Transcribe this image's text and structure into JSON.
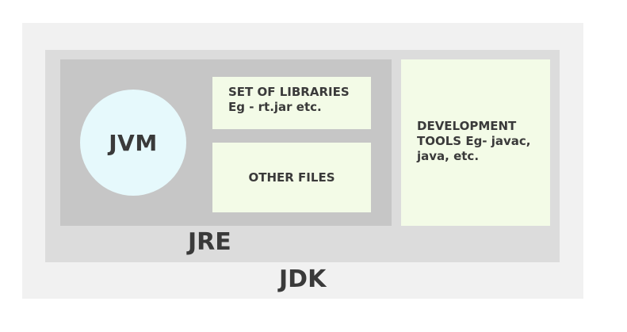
{
  "diagram": {
    "jdk_label": "JDK",
    "jre_label": "JRE",
    "jvm_label": "JVM",
    "libraries": {
      "line1": "SET OF LIBRARIES",
      "line2": "Eg - rt.jar etc."
    },
    "other_files": "OTHER FILES",
    "dev_tools": {
      "line1": "DEVELOPMENT",
      "line2": "TOOLS Eg- javac,",
      "line3": "java, etc."
    }
  }
}
